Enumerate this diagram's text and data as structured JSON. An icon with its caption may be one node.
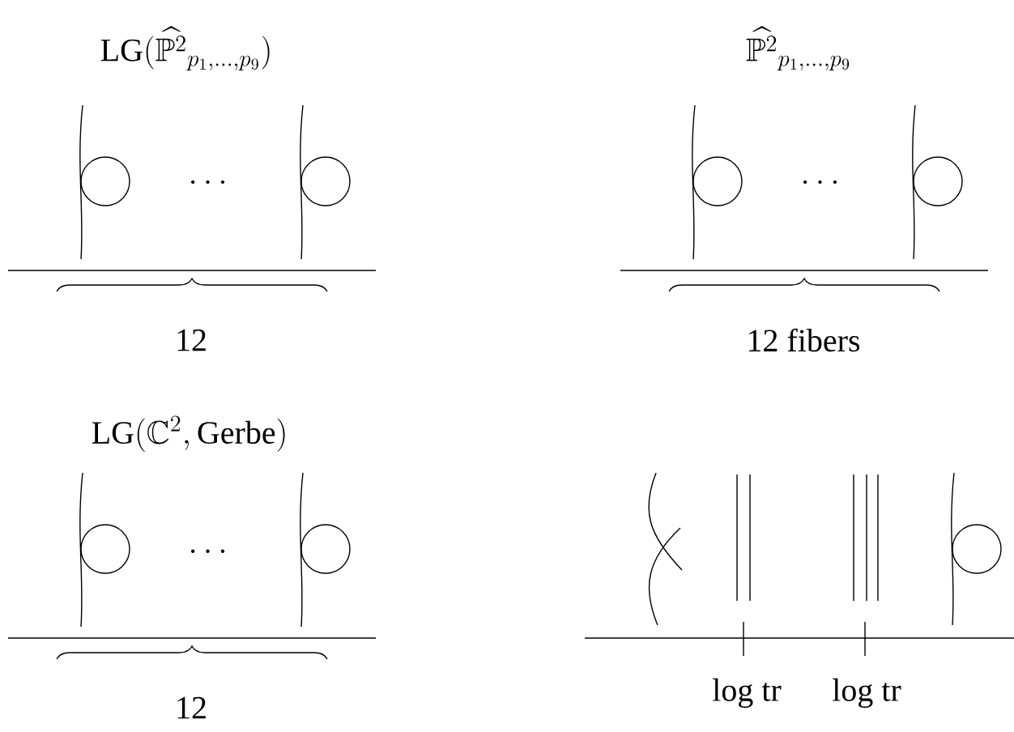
{
  "diagram": {
    "labels": [
      "\\mathrm{LG}(\\widehat{\\mathbb{P}^2}_{p_1,\\dots,p_9})",
      "\\widehat{\\mathbb{P}^2}_{p_1,\\dots,p_9}",
      "\\cdots",
      "\\cdots",
      "12",
      "12 fibers",
      "\\mathrm{LG}(\\mathbb{C}^2,\\mathrm{Gerbe})",
      "\\cdots",
      "12",
      "log tr",
      "log tr"
    ]
  }
}
